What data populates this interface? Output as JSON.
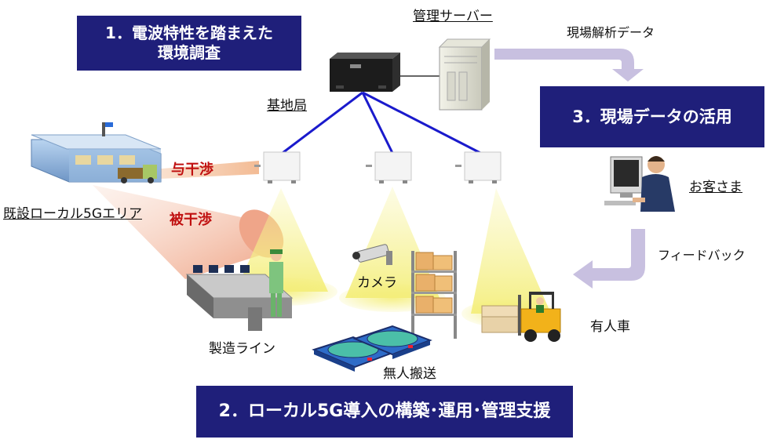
{
  "boxes": {
    "env_survey": "1．電波特性を踏まえた\n環境調査",
    "data_use": "3．現場データの活用",
    "build_support": "2．ローカル5G導入の構築･運用･管理支援"
  },
  "labels": {
    "mgmt_server": "管理サーバー",
    "site_analysis": "現場解析データ",
    "base_station": "基地局",
    "existing_area": "既設ローカル5Gエリア",
    "interference_give": "与干渉",
    "interference_receive": "被干渉",
    "customer": "お客さま",
    "feedback": "フィードバック",
    "camera": "カメラ",
    "production_line": "製造ライン",
    "manned_vehicle": "有人車",
    "agv": "無人搬送"
  },
  "colors": {
    "box_navy": "#1f1f7a",
    "link_blue": "#1a1acc",
    "interference_red": "#c01010",
    "arrow_lavender": "#c8c0e0",
    "coverage_yellow": "#f4f0a0",
    "interference_peach": "#f2b79a"
  }
}
